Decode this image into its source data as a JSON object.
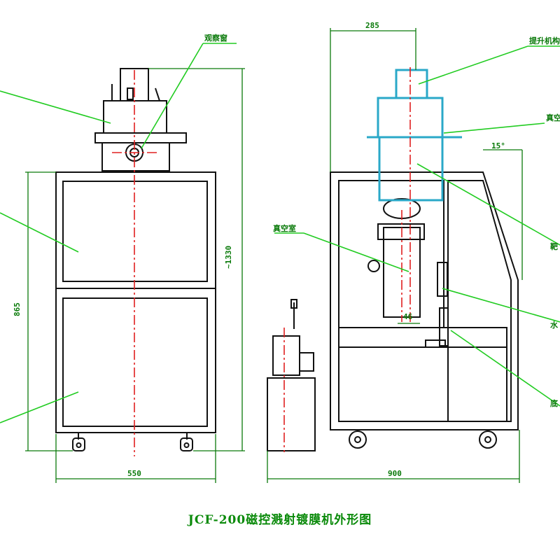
{
  "title": "JCF-200磁控溅射镀膜机外形图",
  "dimensions": {
    "width_left": "550",
    "height_left": "865",
    "height_total": "~1330",
    "width_top_right": "285",
    "width_right": "900",
    "small_dim": "46",
    "angle": "15°"
  },
  "labels": {
    "top_left_label": "观察窗",
    "right_label_1": "提升机构",
    "right_label_2": "真空计",
    "right_label_3": "真空室",
    "right_label_4": "靶",
    "right_label_5": "水",
    "right_label_6": "底"
  },
  "colors": {
    "outline": "#111111",
    "center": "#e02020",
    "leader": "#22cc22",
    "dimension": "#0a7a0a",
    "chamber": "#2aa8c8"
  }
}
